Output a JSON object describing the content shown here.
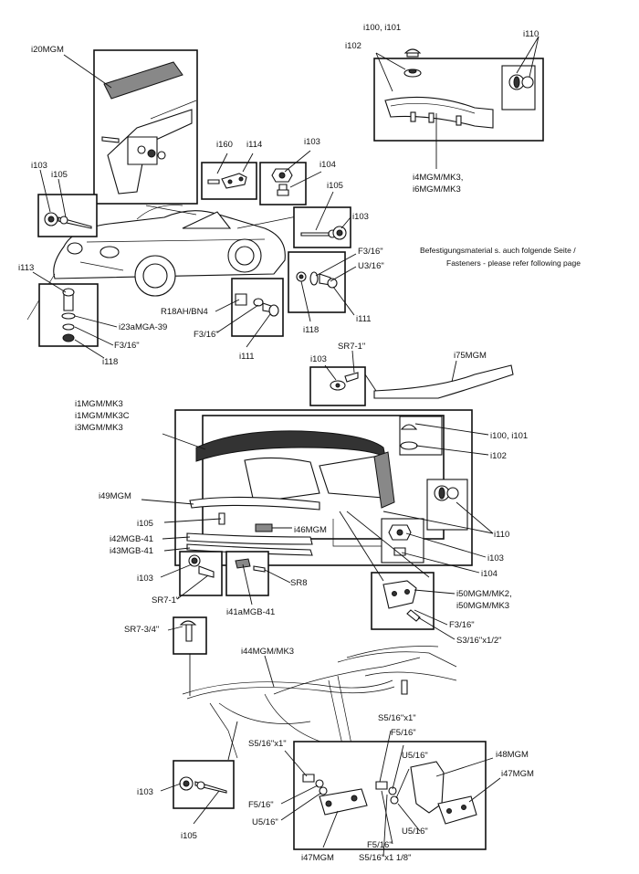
{
  "labels": {
    "i20MGM": "i20MGM",
    "i100_101_top": "i100, i101",
    "i102_top": "i102",
    "i110_top": "i110",
    "i4_6MGM": "i4MGM/MK3,",
    "i6MGM": "i6MGM/MK3",
    "i160": "i160",
    "i114": "i114",
    "i103_a": "i103",
    "i104_a": "i104",
    "i103_left": "i103",
    "i105_left": "i105",
    "i105_mid": "i105",
    "i103_mid": "i103",
    "i113": "i113",
    "i23aMGA39": "i23aMGA-39",
    "F3_16_left": "F3/16\"",
    "i118_left": "i118",
    "R18AH": "R18AH/BN4",
    "F3_16_mid": "F3/16\"",
    "i111_mid": "i111",
    "F3_16_r": "F3/16\"",
    "U3_16": "U3/16\"",
    "i118_r": "i118",
    "i111_r": "i111",
    "i103_sr": "i103",
    "SR7_1_top": "SR7-1\"",
    "i75MGM": "i75MGM",
    "i1MGM": "i1MGM/MK3",
    "i1MGMC": "i1MGM/MK3C",
    "i3MGM": "i3MGM/MK3",
    "i100_101_mid": "i100, i101",
    "i102_mid": "i102",
    "i49MGM": "i49MGM",
    "i105_hood": "i105",
    "i46MGM": "i46MGM",
    "i42MGB": "i42MGB-41",
    "i43MGB": "i43MGB-41",
    "i110_mid": "i110",
    "i103_hood": "i103",
    "i104_hood": "i104",
    "i103_sr7": "i103",
    "SR7_1_mid": "SR7-1\"",
    "SR8": "SR8",
    "i41aMGB": "i41aMGB-41",
    "i50MGM_MK2": "i50MGM/MK2,",
    "i50MGM_MK3": "i50MGM/MK3",
    "F3_16_bracket": "F3/16\"",
    "S3_16": "S3/16\"x1/2\"",
    "SR7_3_4": "SR7-3/4\"",
    "i44MGM": "i44MGM/MK3",
    "S5_16_x1_r": "S5/16\"x1\"",
    "F5_16_r": "F5/16\"",
    "U5_16_r": "U5/16\"",
    "i48MGM": "i48MGM",
    "i47MGM_r": "i47MGM",
    "S5_16_x1_l": "S5/16\"x1\"",
    "i103_bottom": "i103",
    "F5_16_l": "F5/16\"",
    "U5_16_l": "U5/16\"",
    "i105_bottom": "i105",
    "i47MGM_l": "i47MGM",
    "F5_16_b": "F5/16\"",
    "S5_16_x1_18": "S5/16\"x1 1/8\"",
    "U5_16_b": "U5/16\""
  },
  "notes": {
    "line1": "Befestigungsmaterial s. auch folgende Seite  /",
    "line2": "Fasteners - please refer following page"
  }
}
